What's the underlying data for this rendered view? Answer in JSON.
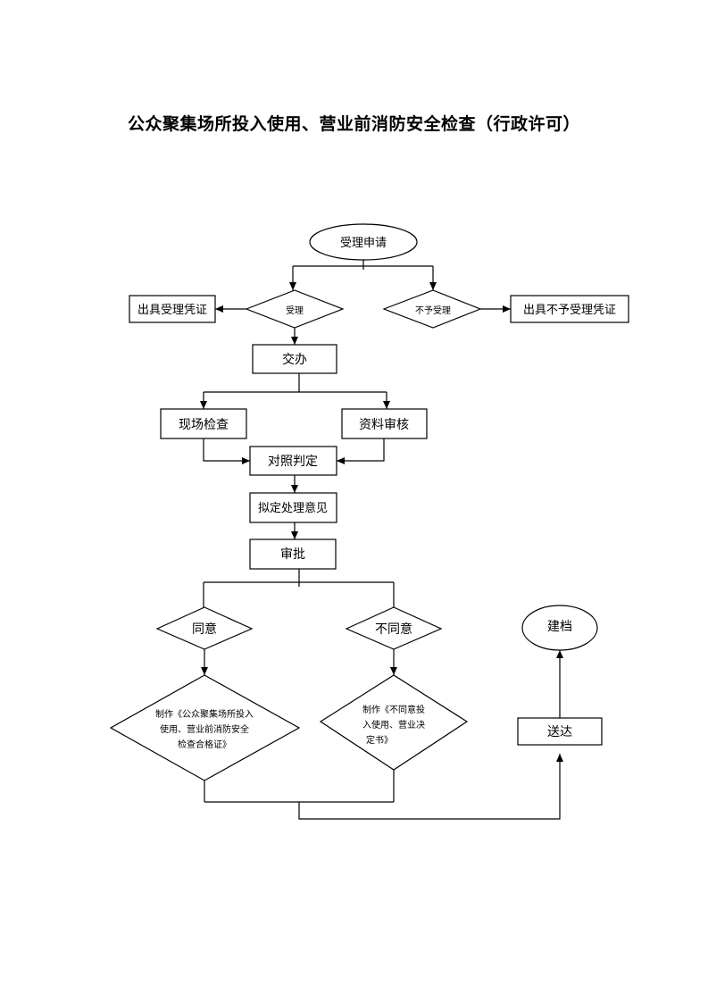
{
  "title": "公众聚集场所投入使用、营业前消防安全检查（行政许可）",
  "nodes": {
    "start": "受理申请",
    "accept": "受理",
    "reject": "不予受理",
    "accept_cert": "出具受理凭证",
    "reject_cert": "出具不予受理凭证",
    "assign": "交办",
    "site_check": "现场检查",
    "doc_review": "资料审核",
    "judge": "对照判定",
    "draft": "拟定处理意见",
    "approve": "审批",
    "agree": "同意",
    "disagree": "不同意",
    "make_agree": [
      "制作《公众聚集场所投入",
      "使用、营业前消防安全",
      "检查合格证》"
    ],
    "make_disagree": [
      "制作《不同意投",
      "入使用、营业决",
      "定书》"
    ],
    "deliver": "送达",
    "archive": "建档"
  }
}
